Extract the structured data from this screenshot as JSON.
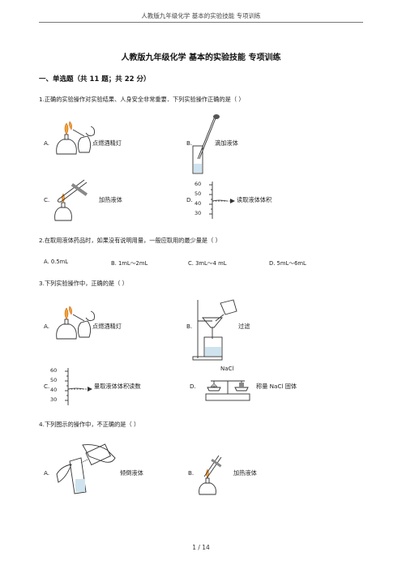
{
  "header": {
    "text": "人教版九年级化学 基本的实验技能 专项训练"
  },
  "title": "人教版九年级化学 基本的实验技能 专项训练",
  "section": "一、单选题（共 11 题；共 22 分）",
  "questions": [
    {
      "stem": "1.正确的实验操作对实验结果、人身安全非常重要．下列实验操作正确的是（     ）",
      "options": [
        {
          "label": "A.",
          "caption": "点燃酒精灯"
        },
        {
          "label": "B.",
          "caption": "滴加液体"
        },
        {
          "label": "C.",
          "caption": "加热液体"
        },
        {
          "label": "D.",
          "caption": "读取液体体积"
        }
      ],
      "scale_ticks": [
        "60",
        "50",
        "40",
        "30"
      ]
    },
    {
      "stem": "2.在取用液体药品时，如果没有说明用量，一般应取用的最少量是（     ）",
      "choices": [
        "A. 0.5mL",
        "B. 1mL～2mL",
        "C. 3mL～4 mL",
        "D. 5mL～6mL"
      ]
    },
    {
      "stem": "3.下列实验操作中，正确的是（     ）",
      "options": [
        {
          "label": "A.",
          "caption": "点燃酒精灯"
        },
        {
          "label": "B.",
          "caption": "过滤"
        },
        {
          "label": "C.",
          "caption": "量取液体体积读数"
        },
        {
          "label": "D.",
          "caption": "称量 NaCl 固体"
        }
      ],
      "scale_ticks": [
        "60",
        "50",
        "40",
        "30"
      ],
      "nacl_label": "NaCl"
    },
    {
      "stem": "4.下列图示的操作中，不正确的是（     ）",
      "options": [
        {
          "label": "A.",
          "caption": "倾倒液体"
        },
        {
          "label": "B.",
          "caption": "加热液体"
        }
      ]
    }
  ],
  "footer": {
    "page": "1  /  14"
  }
}
